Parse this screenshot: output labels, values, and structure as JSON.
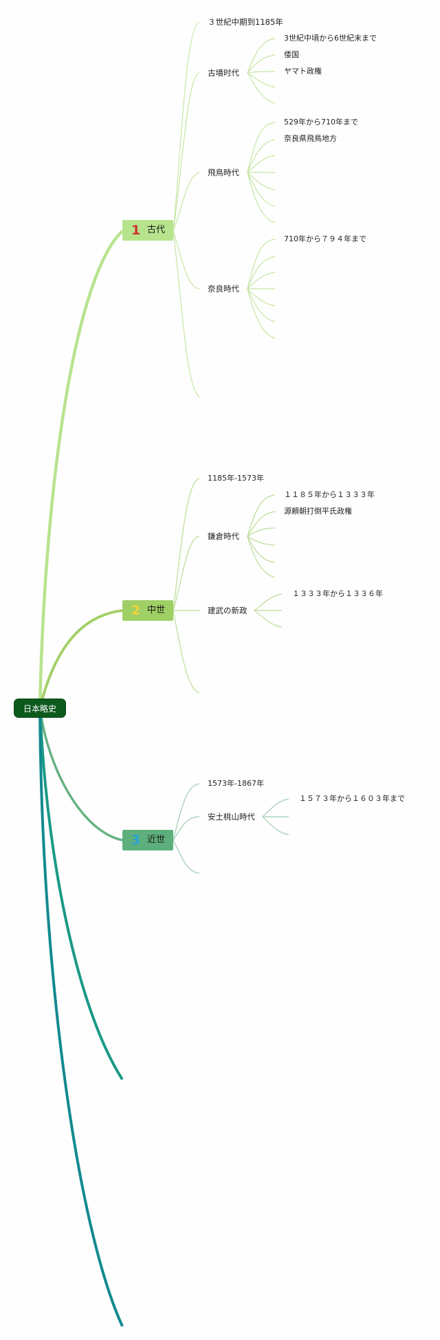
{
  "root": {
    "label": "日本略史"
  },
  "topics": [
    {
      "number": "1",
      "label": "古代",
      "color": "#b6e38c",
      "num_color": "#d0312d",
      "line_color": "#b9e38f",
      "range": "３世紀中期到1185年",
      "periods": [
        {
          "label": "古墳时代",
          "details": [
            "3世紀中頃から6世紀末まで",
            "倭国",
            "ヤマト政権"
          ]
        },
        {
          "label": "飛鳥時代",
          "details": [
            "529年から710年まで",
            "奈良県飛鳥地方"
          ]
        },
        {
          "label": "奈良時代",
          "details": [
            "710年から７９４年まで"
          ]
        }
      ]
    },
    {
      "number": "2",
      "label": "中世",
      "color": "#9fcf65",
      "num_color": "#f1d33a",
      "line_color": "#a4d06a",
      "range": "1185年-1573年",
      "periods": [
        {
          "label": "鎌倉時代",
          "details": [
            "１１８５年から１３３３年",
            "源頼朝打倒平氏政権"
          ]
        },
        {
          "label": "建武の新政",
          "details": [
            "１３３３年から１３３６年"
          ]
        }
      ]
    },
    {
      "number": "3",
      "label": "近世",
      "color": "#5db07d",
      "num_color": "#2ba0d6",
      "line_color": "#67b183",
      "range": "1573年-1867年",
      "periods": [
        {
          "label": "安土桃山時代",
          "details": [
            "１５７３年から１６０３年まで"
          ]
        }
      ]
    }
  ],
  "colors": {
    "root_fill": "#0d5a1d",
    "deep_branch": "#138c86",
    "deep_branch_2": "#0f8a8e"
  }
}
